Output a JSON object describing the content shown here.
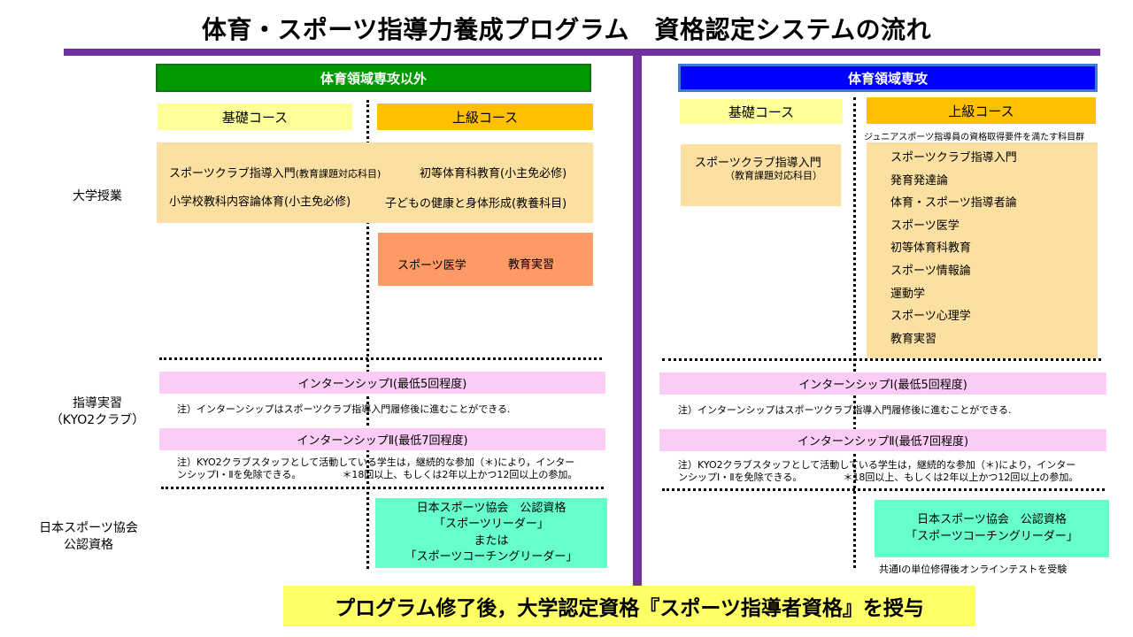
{
  "title": "体育・スポーツ指導力養成プログラム　資格認定システムの流れ",
  "row_labels": {
    "university": "大学授業",
    "practice_line1": "指導実習",
    "practice_line2": "（KYO2クラブ）",
    "cert_line1": "日本スポーツ協会",
    "cert_line2": "公認資格"
  },
  "left": {
    "header": "体育領域専攻以外",
    "basic_label": "基礎コース",
    "advanced_label": "上級コース",
    "courses": {
      "c1": "スポーツクラブ指導入門",
      "c1_note": "(教育課題対応科目)",
      "c2": "初等体育科教育(小主免必修)",
      "c3": "小学校教科内容論体育(小主免必修)",
      "c4": "子どもの健康と身体形成(教養科目)"
    },
    "advanced_extra": [
      "スポーツ医学",
      "教育実習"
    ],
    "internship1": "インターンシップⅠ(最低5回程度)",
    "note1": "注）インターンシップはスポーツクラブ指導入門履修後に進むことができる.",
    "internship2": "インターンシップⅡ(最低7回程度)",
    "note2_line1": "注）KYO2クラブスタッフとして活動している学生は，継続的な参加（＊)により，インター",
    "note2_line2": "ンシップⅠ・Ⅱを免除できる。",
    "note2_footnote": "＊18回以上、もしくは2年以上かつ12回以上の参加。",
    "cert": [
      "日本スポーツ協会　公認資格",
      "「スポーツリーダー」",
      "または",
      "「スポーツコーチングリーダー」"
    ]
  },
  "right": {
    "header": "体育領域専攻",
    "basic_label": "基礎コース",
    "advanced_label": "上級コース",
    "advanced_caption": "ジュニアスポーツ指導員の資格取得要件を満たす科目群",
    "basic_course": "スポーツクラブ指導入門",
    "basic_course_note": "（教育課題対応科目）",
    "advanced_courses": [
      "スポーツクラブ指導入門",
      "発育発達論",
      "体育・スポーツ指導者論",
      "スポーツ医学",
      "初等体育科教育",
      "スポーツ情報論",
      "運動学",
      "スポーツ心理学",
      "教育実習"
    ],
    "internship1": "インターンシップⅠ(最低5回程度)",
    "note1": "注）インターンシップはスポーツクラブ指導入門履修後に進むことができる.",
    "internship2": "インターンシップⅡ(最低7回程度)",
    "note2_line1": "注）KYO2クラブスタッフとして活動している学生は，継続的な参加（＊)により，インター",
    "note2_line2": "ンシップⅠ・Ⅱを免除できる。",
    "note2_footnote": "＊18回以上、もしくは2年以上かつ12回以上の参加。",
    "cert": [
      "日本スポーツ協会　公認資格",
      "「スポーツコーチングリーダー」"
    ],
    "cert_note": "共通Ⅰの単位修得後オンラインテストを受験"
  },
  "footer": "プログラム修了後，大学認定資格『スポーツ指導者資格』を授与",
  "colors": {
    "purple": "#7030a0",
    "green": "#009900",
    "blue": "#0000ff",
    "basic": "#ffff99",
    "advanced": "#ffc000",
    "beige": "#fbe0a2",
    "salmon": "#ff9966",
    "pink": "#fbcdf6",
    "mint": "#66ffcc",
    "footer": "#ffff66"
  }
}
